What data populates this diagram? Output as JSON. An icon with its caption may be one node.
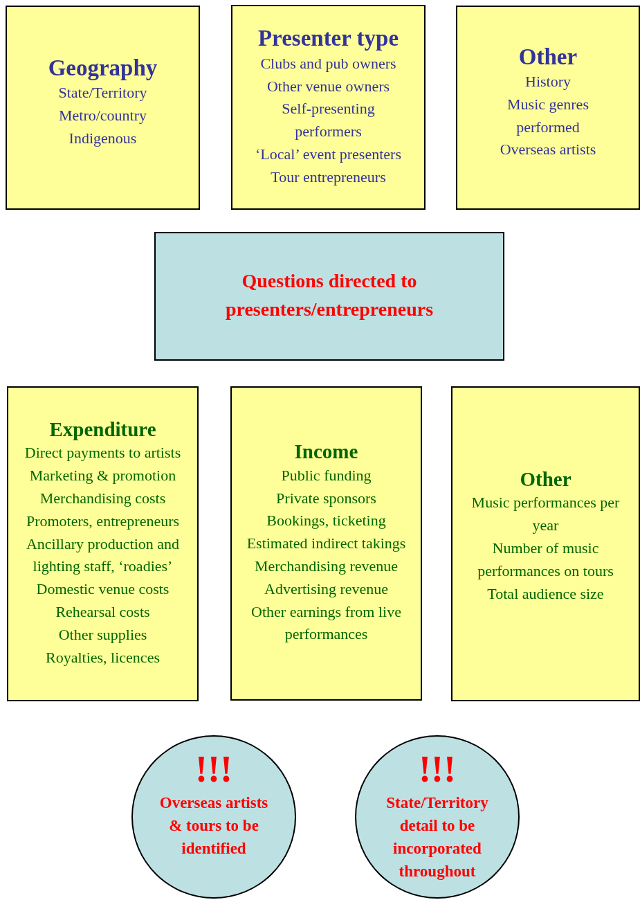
{
  "diagram": {
    "nodes": [
      {
        "text": [
          "Geography",
          "State/Territory",
          "Metro/country",
          "Indigenous"
        ]
      },
      {
        "text": [
          "Presenter type",
          "Clubs and pub owners",
          "Other venue owners",
          "Self-presenting performers",
          "‘Local’ event presenters",
          "Tour entrepreneurs"
        ]
      },
      {
        "text": [
          "Other",
          "History",
          "Music genres performed",
          "Overseas artists"
        ]
      },
      {
        "text": [
          "Questions directed to presenters/entrepreneurs"
        ]
      },
      {
        "text": [
          "Expenditure",
          "Direct payments to artists",
          "Marketing & promotion",
          "Merchandising costs",
          "Promoters, entrepreneurs",
          "Ancillary production and lighting staff, ‘roadies’",
          "Domestic venue costs",
          "Rehearsal costs",
          "Other supplies",
          "Royalties, licences"
        ]
      },
      {
        "text": [
          "Income",
          "Public funding",
          "Private sponsors",
          "Bookings, ticketing",
          "Estimated indirect takings",
          "Merchandising revenue",
          "Advertising revenue",
          "Other earnings from live performances"
        ]
      },
      {
        "text": [
          "Other",
          "Music performances per year",
          "Number of music performances on tours",
          "Total audience size"
        ]
      },
      {
        "text": [
          "!!!",
          "Overseas artists & tours to be identified"
        ]
      },
      {
        "text": [
          "!!!",
          "State/Territory detail to be incorporated throughout"
        ]
      }
    ]
  }
}
